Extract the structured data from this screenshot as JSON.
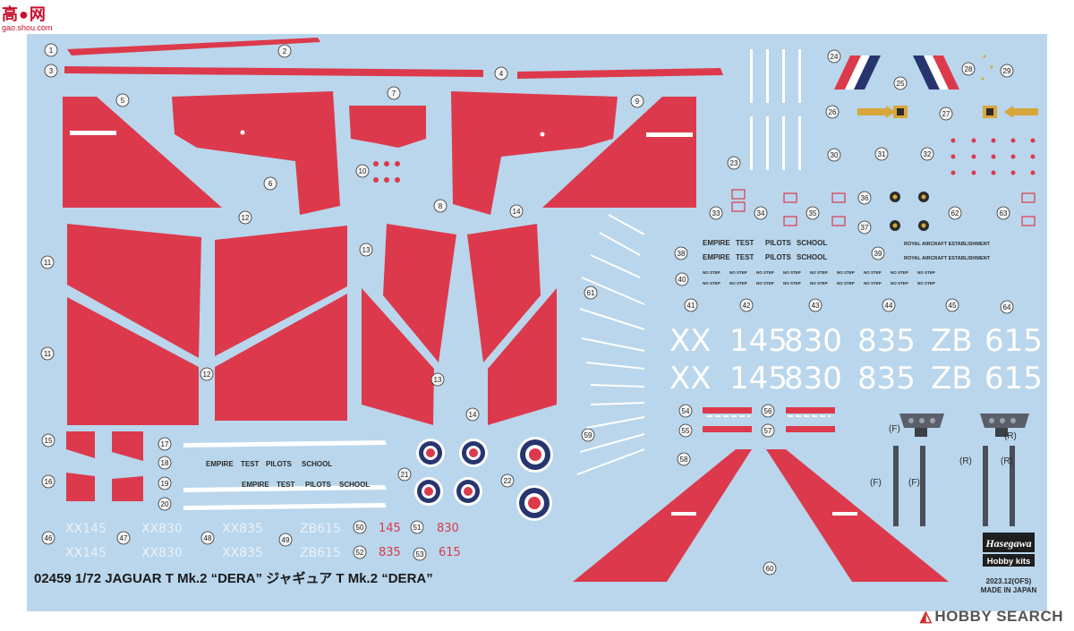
{
  "watermark_top": {
    "logo": "高●网",
    "url": "gao.shou.com"
  },
  "watermark_bottom": "HOBBY SEARCH",
  "footer": {
    "title": "02459 1/72 JAGUAR T Mk.2 “DERA” ジャギュア T Mk.2 “DERA”",
    "brand": "Hasegawa",
    "brand_sub": "Hobby kits",
    "date_code": "2023.12(OFS)",
    "made_in": "MADE IN JAPAN"
  },
  "callouts": [
    "1",
    "2",
    "3",
    "4",
    "5",
    "6",
    "7",
    "8",
    "9",
    "10",
    "11",
    "11",
    "12",
    "12",
    "13",
    "13",
    "14",
    "14",
    "15",
    "16",
    "17",
    "18",
    "19",
    "20",
    "21",
    "22",
    "23",
    "24",
    "25",
    "26",
    "27",
    "28",
    "29",
    "30",
    "31",
    "32",
    "33",
    "34",
    "35",
    "36",
    "37",
    "38",
    "39",
    "40",
    "41",
    "42",
    "43",
    "44",
    "45",
    "46",
    "47",
    "48",
    "49",
    "50",
    "51",
    "52",
    "53",
    "54",
    "55",
    "56",
    "57",
    "58",
    "59",
    "60",
    "61",
    "62",
    "63",
    "64"
  ],
  "stencil_empire": [
    "EMPIRE",
    "TEST",
    "PILOTS",
    "SCHOOL"
  ],
  "stencil_rae": "ROYAL AIRCRAFT ESTABLISHMENT",
  "no_step": "NO STEP",
  "big_serials": [
    "XX",
    "145",
    "830",
    "835",
    "ZB",
    "615"
  ],
  "small_serials_white": [
    "XX145",
    "XX830",
    "XX835",
    "ZB615"
  ],
  "small_numbers_red": [
    "145",
    "830",
    "835",
    "615"
  ],
  "seat_labels": [
    "(F)",
    "(F)",
    "(F)",
    "(R)",
    "(R)",
    "(R)"
  ],
  "colors": {
    "sheet": "#b9d6ec",
    "red": "#dc3a4c",
    "blue": "#27356f",
    "white": "#ffffff",
    "gold": "#d8a63a"
  }
}
